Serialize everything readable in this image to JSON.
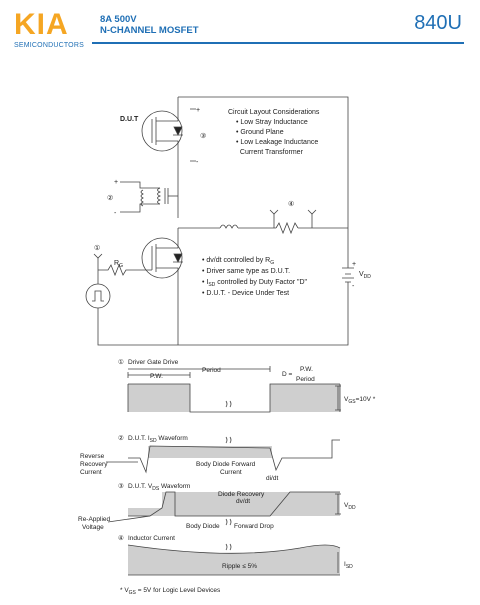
{
  "header": {
    "logo": "KIA",
    "logo_sub": "SEMICONDUCTORS",
    "title_line1": "8A 500V",
    "title_line2": "N-CHANNEL MOSFET",
    "part_number": "840U"
  },
  "circuit": {
    "dut_label": "D.U.T",
    "node1": "①",
    "node2": "②",
    "node3": "③",
    "node4": "④",
    "rg_label": "R",
    "rg_sub": "G",
    "vdd_label": "V",
    "vdd_sub": "DD",
    "plus": "+",
    "minus": "-",
    "considerations_title": "Circuit Layout Considerations",
    "considerations": [
      "• Low Stray Inductance",
      "• Ground Plane",
      "• Low Leakage Inductance",
      "  Current Transformer"
    ],
    "notes": [
      "• dv/dt controlled by R",
      "• Driver same type as D.U.T.",
      "• I",
      "• D.U.T. - Device Under Test"
    ],
    "note1_sub": "G",
    "note3_sub": "SD",
    "note3_rest": " controlled by Duty Factor \"D\""
  },
  "waveforms": {
    "w1_title": "Driver Gate Drive",
    "pw": "P.W.",
    "period": "Period",
    "d_eq": "D =",
    "d_num": "P.W.",
    "d_den": "Period",
    "vgs": "V",
    "vgs_sub": "GS",
    "vgs_val": "=10V *",
    "w2_title": "D.U.T. I",
    "w2_sub": "SD",
    "w2_rest": " Waveform",
    "reverse": "Reverse",
    "recovery": "Recovery",
    "current": "Current",
    "body_diode_fwd": "Body Diode Forward",
    "fwd_current": "Current",
    "didt": "di/dt",
    "w3_title": "D.U.T. V",
    "w3_sub": "DS",
    "w3_rest": " Waveform",
    "diode_recovery": "Diode Recovery",
    "dvdt": "dv/dt",
    "vdd": "V",
    "vdd_sub": "DD",
    "reapplied": "Re-Applied",
    "voltage": "Voltage",
    "body_diode": "Body Diode",
    "fwd_drop": "Forward Drop",
    "w4_title": "Inductor Current",
    "ripple": "Ripple ≤ 5%",
    "isd": "I",
    "isd_sub": "SD",
    "footnote_star": "* V",
    "footnote_sub": "GS",
    "footnote_rest": " = 5V for Logic Level Devices"
  }
}
